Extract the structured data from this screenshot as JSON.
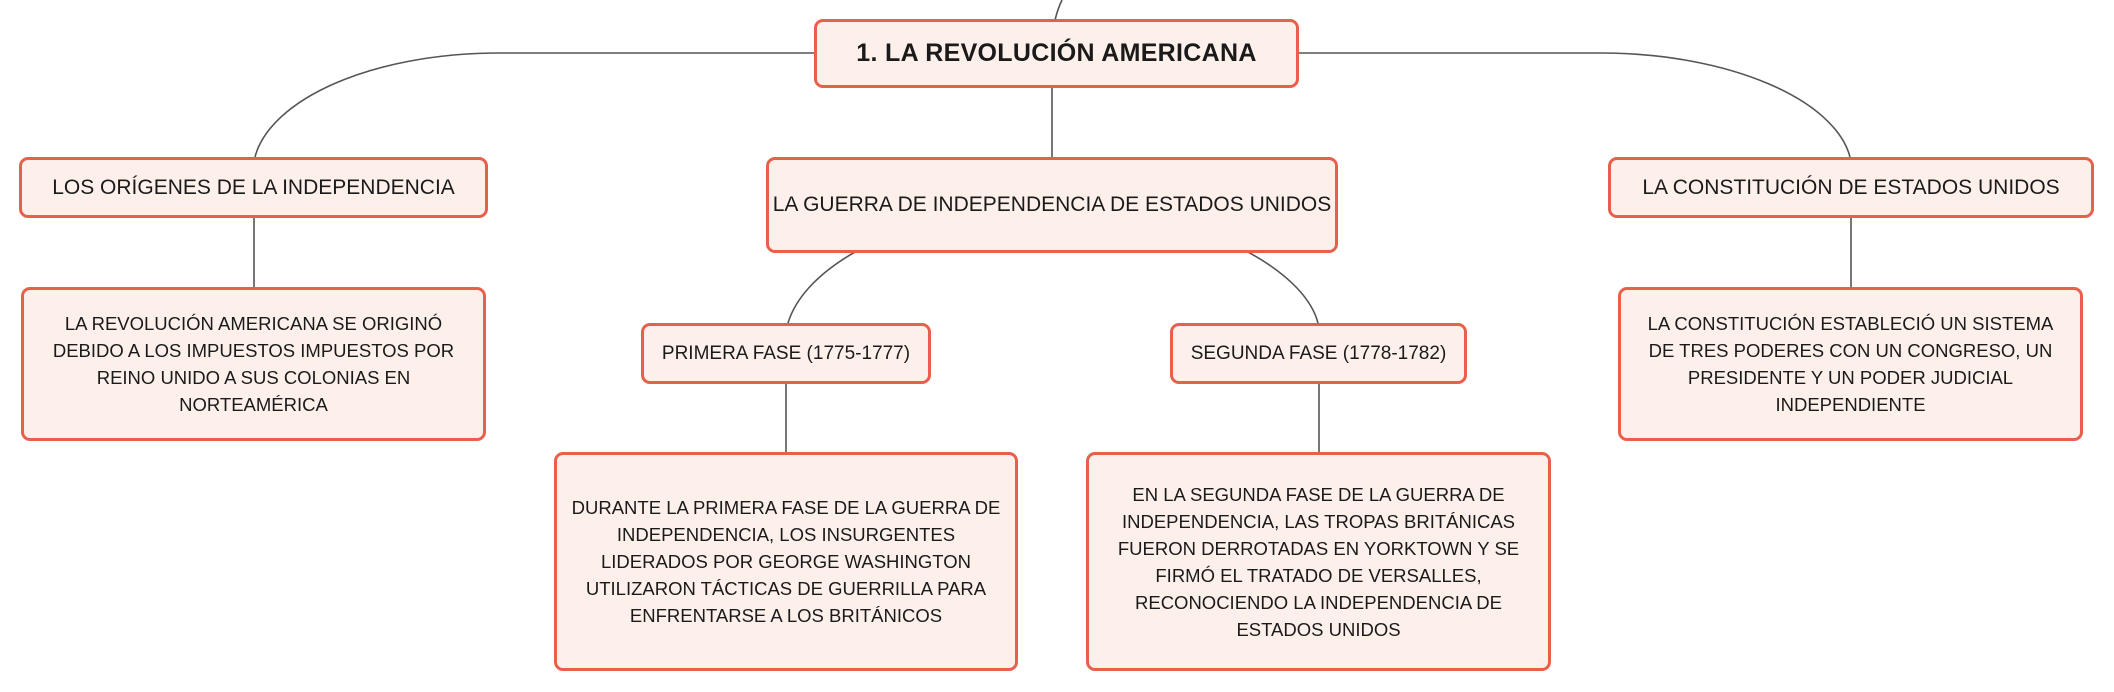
{
  "diagram": {
    "root": {
      "label": "1. LA REVOLUCIÓN AMERICANA"
    },
    "branches": [
      {
        "label": "LOS ORÍGENES DE LA INDEPENDENCIA",
        "description": "LA REVOLUCIÓN AMERICANA SE ORIGINÓ DEBIDO A LOS IMPUESTOS IMPUESTOS POR REINO UNIDO A SUS COLONIAS EN NORTEAMÉRICA"
      },
      {
        "label": "LA GUERRA DE INDEPENDENCIA DE ESTADOS UNIDOS",
        "phases": [
          {
            "label": "PRIMERA FASE (1775-1777)",
            "description": "DURANTE LA PRIMERA FASE DE LA GUERRA DE INDEPENDENCIA, LOS INSURGENTES LIDERADOS POR GEORGE WASHINGTON UTILIZARON TÁCTICAS DE GUERRILLA PARA ENFRENTARSE A LOS BRITÁNICOS"
          },
          {
            "label": "SEGUNDA FASE (1778-1782)",
            "description": "EN LA SEGUNDA FASE DE LA GUERRA DE INDEPENDENCIA, LAS TROPAS BRITÁNICAS FUERON DERROTADAS EN YORKTOWN Y SE FIRMÓ EL TRATADO DE VERSALLES, RECONOCIENDO LA INDEPENDENCIA DE ESTADOS UNIDOS"
          }
        ]
      },
      {
        "label": "LA CONSTITUCIÓN DE ESTADOS UNIDOS",
        "description": "LA CONSTITUCIÓN ESTABLECIÓ UN SISTEMA DE TRES PODERES CON UN CONGRESO, UN PRESIDENTE Y UN PODER JUDICIAL INDEPENDIENTE"
      }
    ]
  },
  "colors": {
    "node_border": "#e8604c",
    "node_fill": "#fdf0eb",
    "connector": "#555555"
  }
}
